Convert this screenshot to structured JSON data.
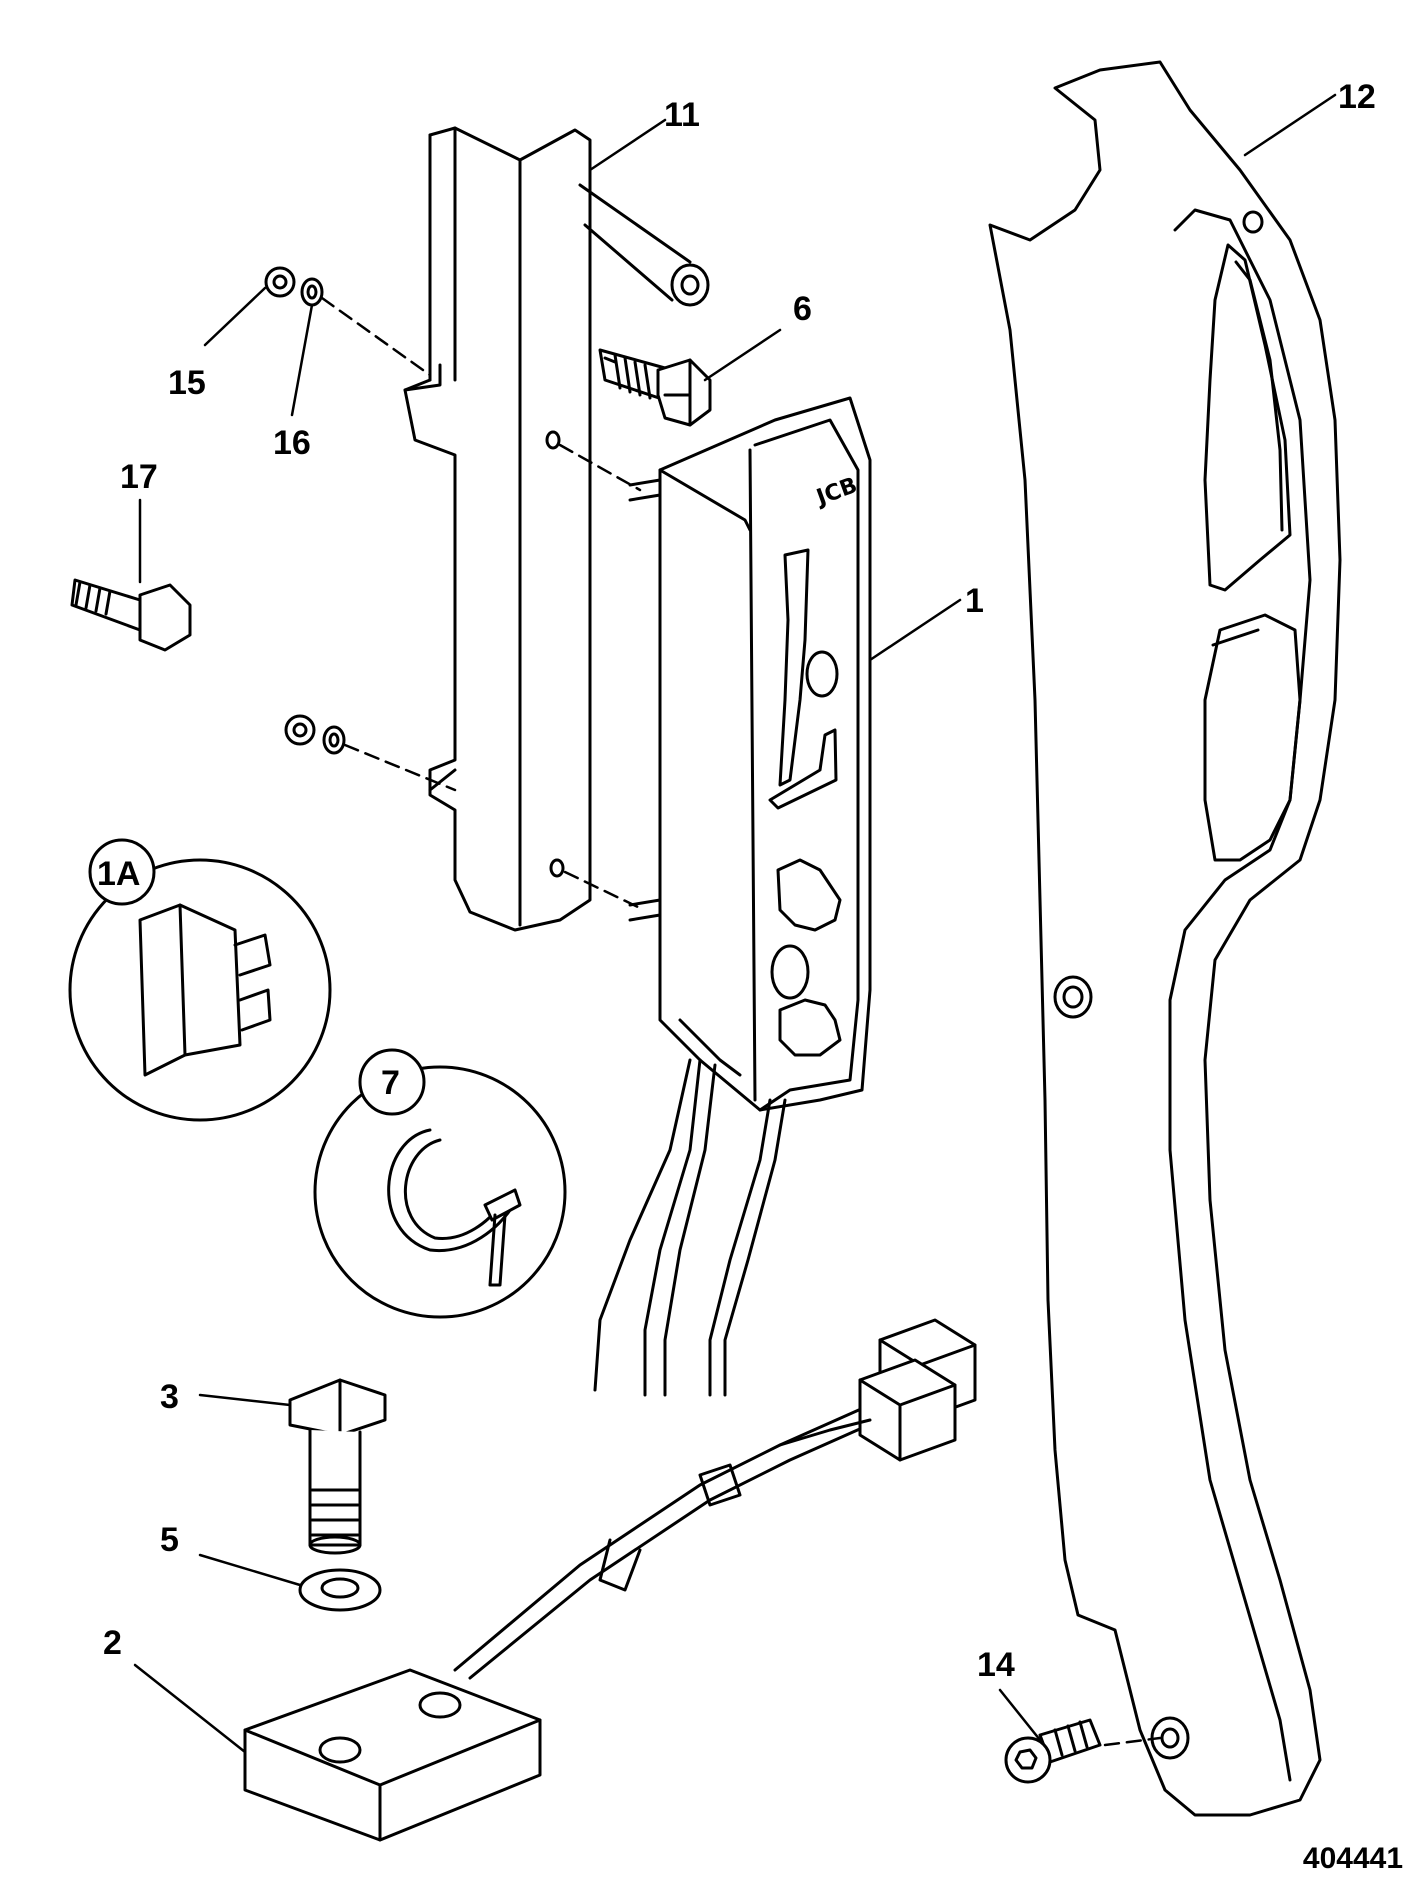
{
  "callouts": {
    "c11": "11",
    "c12": "12",
    "c6": "6",
    "c15": "15",
    "c16": "16",
    "c17": "17",
    "c1": "1",
    "c1a": "1A",
    "c7": "7",
    "c3": "3",
    "c5": "5",
    "c2": "2",
    "c14": "14"
  },
  "logo_text": "JCB",
  "figure_number": "404441"
}
